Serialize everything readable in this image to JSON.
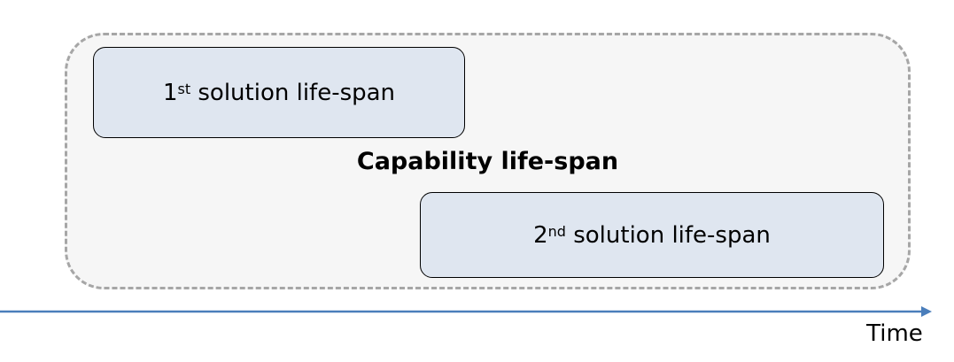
{
  "capability": {
    "label": "Capability life-span"
  },
  "solutions": [
    {
      "number": "1",
      "ordinal_suffix": "st",
      "label": " solution life-span"
    },
    {
      "number": "2",
      "ordinal_suffix": "nd",
      "label": " solution life-span"
    }
  ],
  "axis": {
    "label": "Time",
    "color": "#4a7ebb"
  },
  "colors": {
    "solution_fill": "#dfe6f0",
    "capability_fill": "#f6f6f6",
    "capability_border": "#a6a6a6"
  }
}
